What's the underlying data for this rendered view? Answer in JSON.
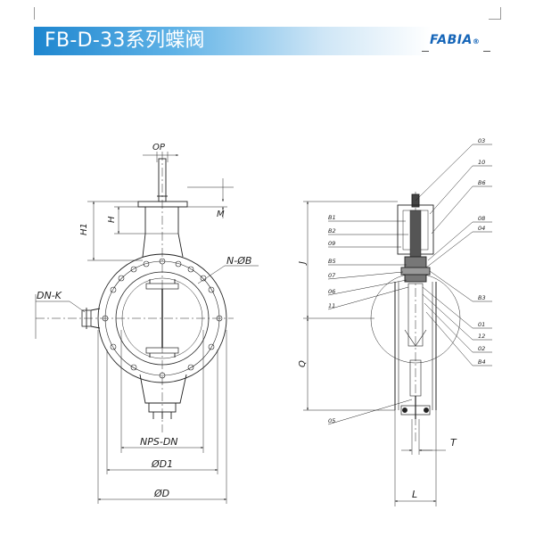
{
  "header": {
    "title": "FB-D-33系列蝶阀",
    "logo": "FABIA",
    "logo_mark": "®"
  },
  "front_view": {
    "labels": {
      "op": "OP",
      "h1": "H1",
      "h": "H",
      "m": "M",
      "n_b": "N-ØB",
      "dn_k": "DN-K",
      "nps_dn": "NPS-DN",
      "d1": "ØD1",
      "d": "ØD"
    }
  },
  "side_view": {
    "labels": {
      "j": "J",
      "q": "Q",
      "t": "T",
      "l": "L"
    },
    "callouts_left": [
      "B1",
      "B2",
      "09",
      "B5",
      "07",
      "06",
      "11",
      "05"
    ],
    "callouts_right": [
      "03",
      "10",
      "B6",
      "08",
      "04",
      "B3",
      "01",
      "12",
      "02",
      "B4"
    ]
  }
}
